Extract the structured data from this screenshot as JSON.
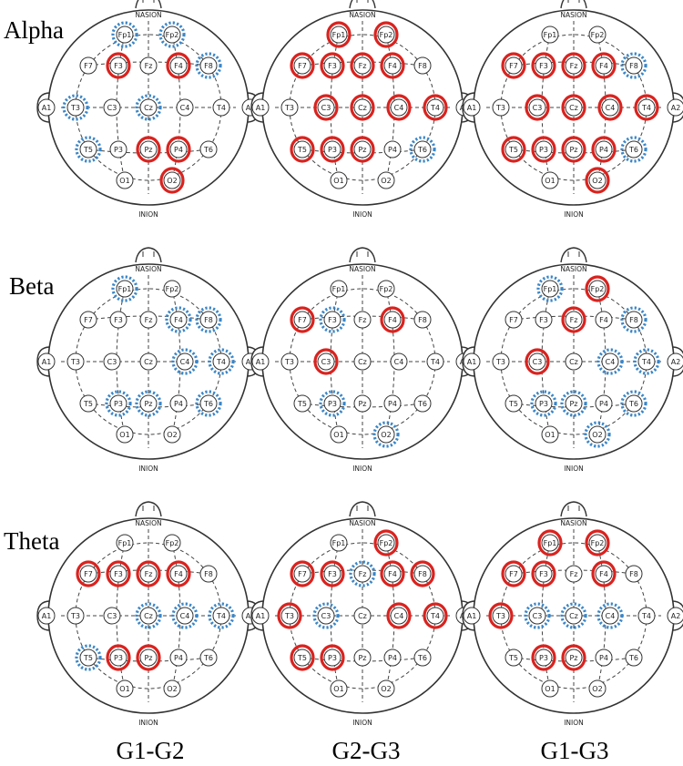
{
  "band_labels": [
    "Alpha",
    "Beta",
    "Theta"
  ],
  "comparison_labels": [
    "G1-G2",
    "G2-G3",
    "G1-G3"
  ],
  "landmarks": {
    "nasion": "NASION",
    "inion": "INION"
  },
  "ear_labels": {
    "left": "A1",
    "right": "A2"
  },
  "electrodes": [
    "Fp1",
    "Fp2",
    "F7",
    "F3",
    "Fz",
    "F4",
    "F8",
    "T3",
    "C3",
    "Cz",
    "C4",
    "T4",
    "T5",
    "P3",
    "Pz",
    "P4",
    "T6",
    "O1",
    "O2"
  ],
  "colors": {
    "increase": "#d9231f",
    "decrease": "#3a86c8",
    "outline": "#333333"
  },
  "panels": [
    {
      "band": "Alpha",
      "comparison": "G1-G2",
      "red": [
        "F3",
        "F4",
        "Pz",
        "P4",
        "O2"
      ],
      "blue": [
        "Fp1",
        "Fp2",
        "F8",
        "T3",
        "Cz",
        "T5"
      ]
    },
    {
      "band": "Alpha",
      "comparison": "G2-G3",
      "red": [
        "Fp1",
        "Fp2",
        "F7",
        "F3",
        "Fz",
        "F4",
        "C3",
        "Cz",
        "C4",
        "T4",
        "T5",
        "P3",
        "Pz"
      ],
      "blue": [
        "T6"
      ]
    },
    {
      "band": "Alpha",
      "comparison": "G1-G3",
      "red": [
        "F7",
        "F3",
        "Fz",
        "F4",
        "C3",
        "Cz",
        "C4",
        "T4",
        "T5",
        "P3",
        "Pz",
        "P4",
        "O2"
      ],
      "blue": [
        "F8",
        "T6"
      ]
    },
    {
      "band": "Beta",
      "comparison": "G1-G2",
      "red": [],
      "blue": [
        "Fp1",
        "F4",
        "F8",
        "C4",
        "T4",
        "P3",
        "Pz",
        "T6"
      ]
    },
    {
      "band": "Beta",
      "comparison": "G2-G3",
      "red": [
        "F7",
        "F4",
        "C3"
      ],
      "blue": [
        "F3",
        "P3",
        "O2"
      ]
    },
    {
      "band": "Beta",
      "comparison": "G1-G3",
      "red": [
        "Fp2",
        "Fz",
        "C3"
      ],
      "blue": [
        "Fp1",
        "F8",
        "C4",
        "T4",
        "P3",
        "Pz",
        "T6",
        "O2"
      ]
    },
    {
      "band": "Theta",
      "comparison": "G1-G2",
      "red": [
        "F7",
        "F3",
        "Fz",
        "F4",
        "P3",
        "Pz"
      ],
      "blue": [
        "Cz",
        "C4",
        "T4",
        "T5"
      ]
    },
    {
      "band": "Theta",
      "comparison": "G2-G3",
      "red": [
        "Fp2",
        "F7",
        "F3",
        "F4",
        "F8",
        "T3",
        "C4",
        "T4",
        "T5",
        "P3"
      ],
      "blue": [
        "Fz",
        "C3"
      ]
    },
    {
      "band": "Theta",
      "comparison": "G1-G3",
      "red": [
        "Fp1",
        "Fp2",
        "F7",
        "F3",
        "F4",
        "T3",
        "P3",
        "Pz"
      ],
      "blue": [
        "C3",
        "Cz",
        "C4"
      ]
    }
  ]
}
